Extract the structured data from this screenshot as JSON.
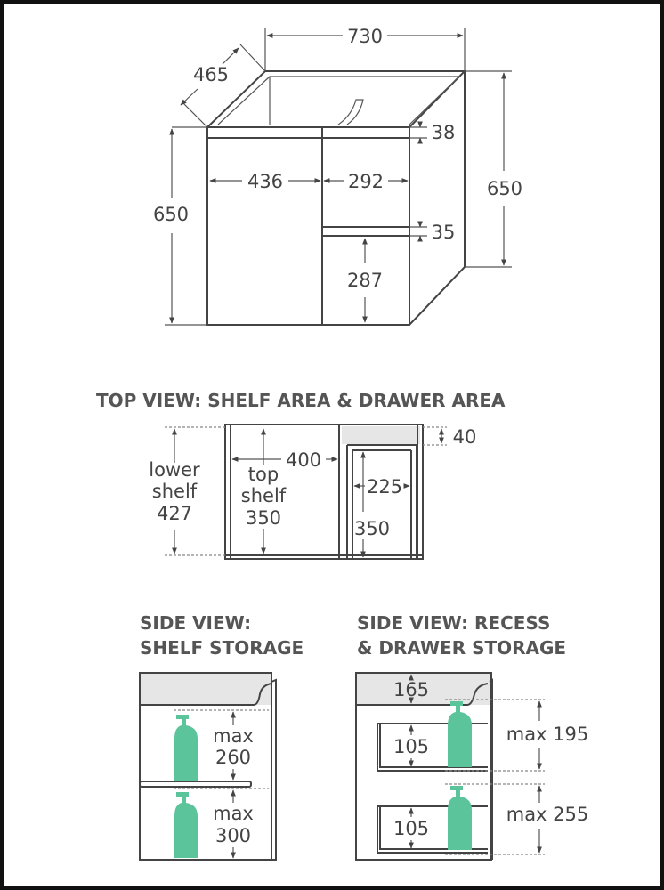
{
  "front_view": {
    "width": "730",
    "depth": "465",
    "height_left": "650",
    "height_right": "650",
    "left_door": "436",
    "right_section": "292",
    "top_rail": "38",
    "drawer_gap": "35",
    "drawer_height": "287"
  },
  "top_view": {
    "title": "TOP VIEW: SHELF AREA & DRAWER AREA",
    "lower_shelf_label": [
      "lower",
      "shelf",
      "427"
    ],
    "top_shelf_label": [
      "top",
      "shelf",
      "350"
    ],
    "shelf_width": "400",
    "drawer_width": "225",
    "drawer_depth": "350",
    "recess": "40"
  },
  "side_shelf": {
    "title_line1": "SIDE VIEW:",
    "title_line2": "SHELF STORAGE",
    "upper": [
      "max",
      "260"
    ],
    "lower": [
      "max",
      "300"
    ]
  },
  "side_drawer": {
    "title_line1": "SIDE VIEW: RECESS",
    "title_line2": "& DRAWER STORAGE",
    "recess": "165",
    "drawer1": "105",
    "drawer2": "105",
    "upper_max": "max 195",
    "lower_max": "max 255"
  },
  "colors": {
    "bottle": "#5cc49a",
    "line": "#444444"
  }
}
